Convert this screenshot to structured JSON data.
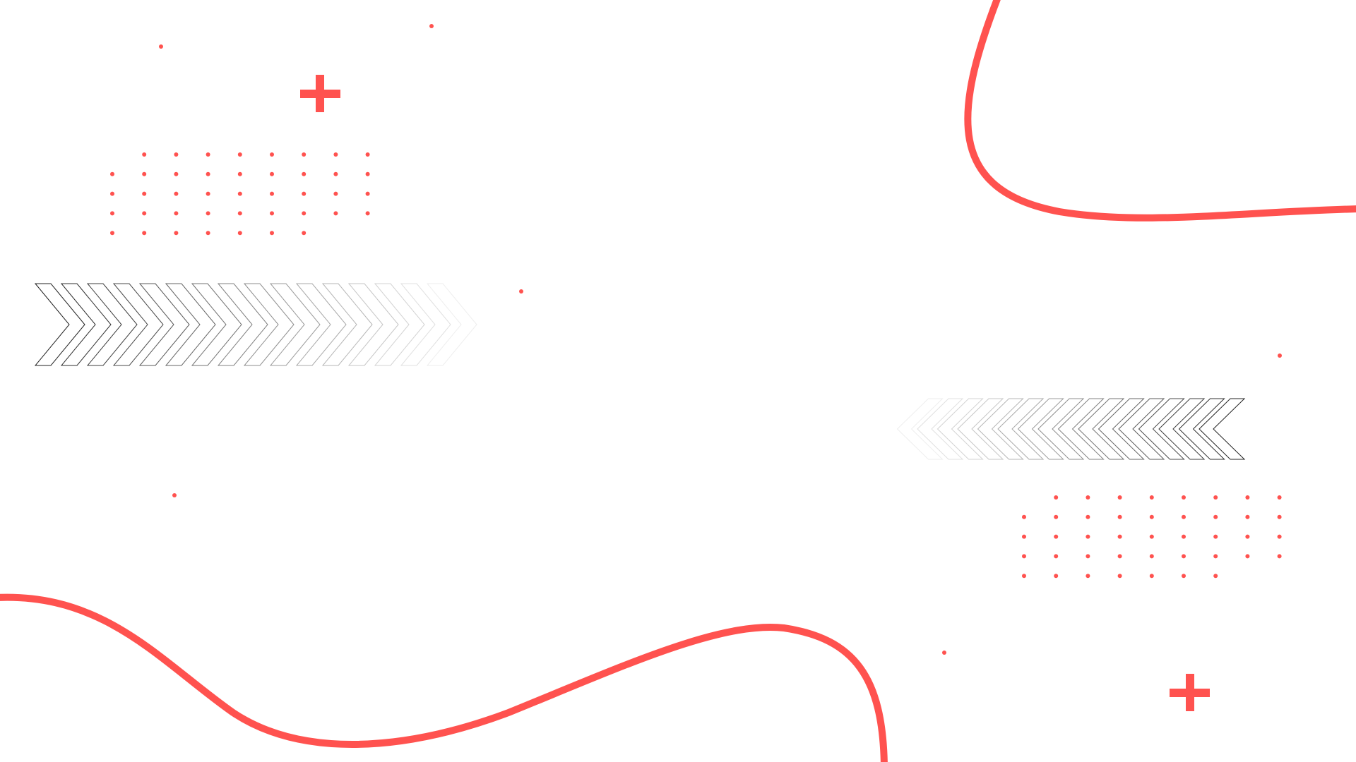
{
  "background_color": "#ffffff",
  "accent_color": "#ff524f",
  "chevron_stroke_color": "#222222",
  "decorations": [
    "top-right-curve",
    "bottom-left-wave",
    "plus-sign-top",
    "plus-sign-bottom-right",
    "dot-grid-top-left",
    "dot-grid-bottom-right",
    "chevron-band-left",
    "chevron-band-right",
    "scattered-dots"
  ]
}
